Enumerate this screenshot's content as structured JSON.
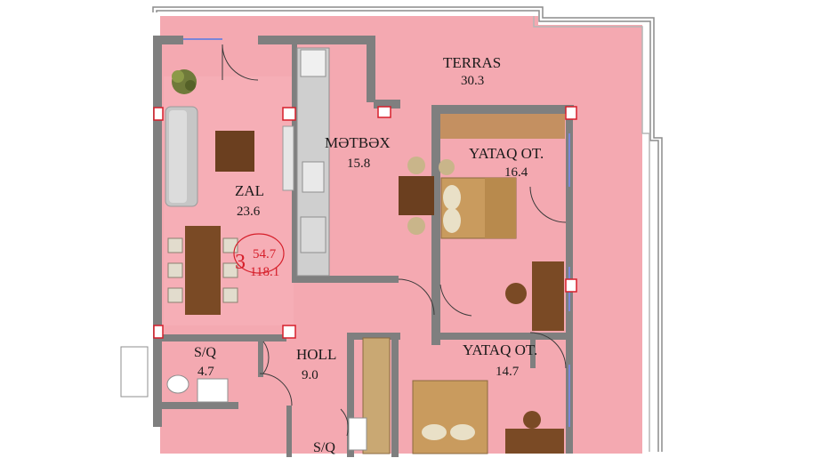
{
  "colors": {
    "floor": "#f4a9b1",
    "wall": "#7f7f7f",
    "accent": "#d61f2a",
    "window": "#7b86d8"
  },
  "rooms": [
    {
      "id": "terras",
      "name": "TERRAS",
      "area": "30.3"
    },
    {
      "id": "metbex",
      "name": "MƏTBƏX",
      "area": "15.8"
    },
    {
      "id": "yataq1",
      "name": "YATAQ OT.",
      "area": "16.4"
    },
    {
      "id": "zal",
      "name": "ZAL",
      "area": "23.6"
    },
    {
      "id": "yataq2",
      "name": "YATAQ OT.",
      "area": "14.7"
    },
    {
      "id": "sq1",
      "name": "S/Q",
      "area": "4.7"
    },
    {
      "id": "holl",
      "name": "HOLL",
      "area": "9.0"
    },
    {
      "id": "sq2",
      "name": "S/Q",
      "area": ""
    }
  ],
  "unit": {
    "number": "3",
    "area_living": "54.7",
    "area_total": "118.1"
  }
}
